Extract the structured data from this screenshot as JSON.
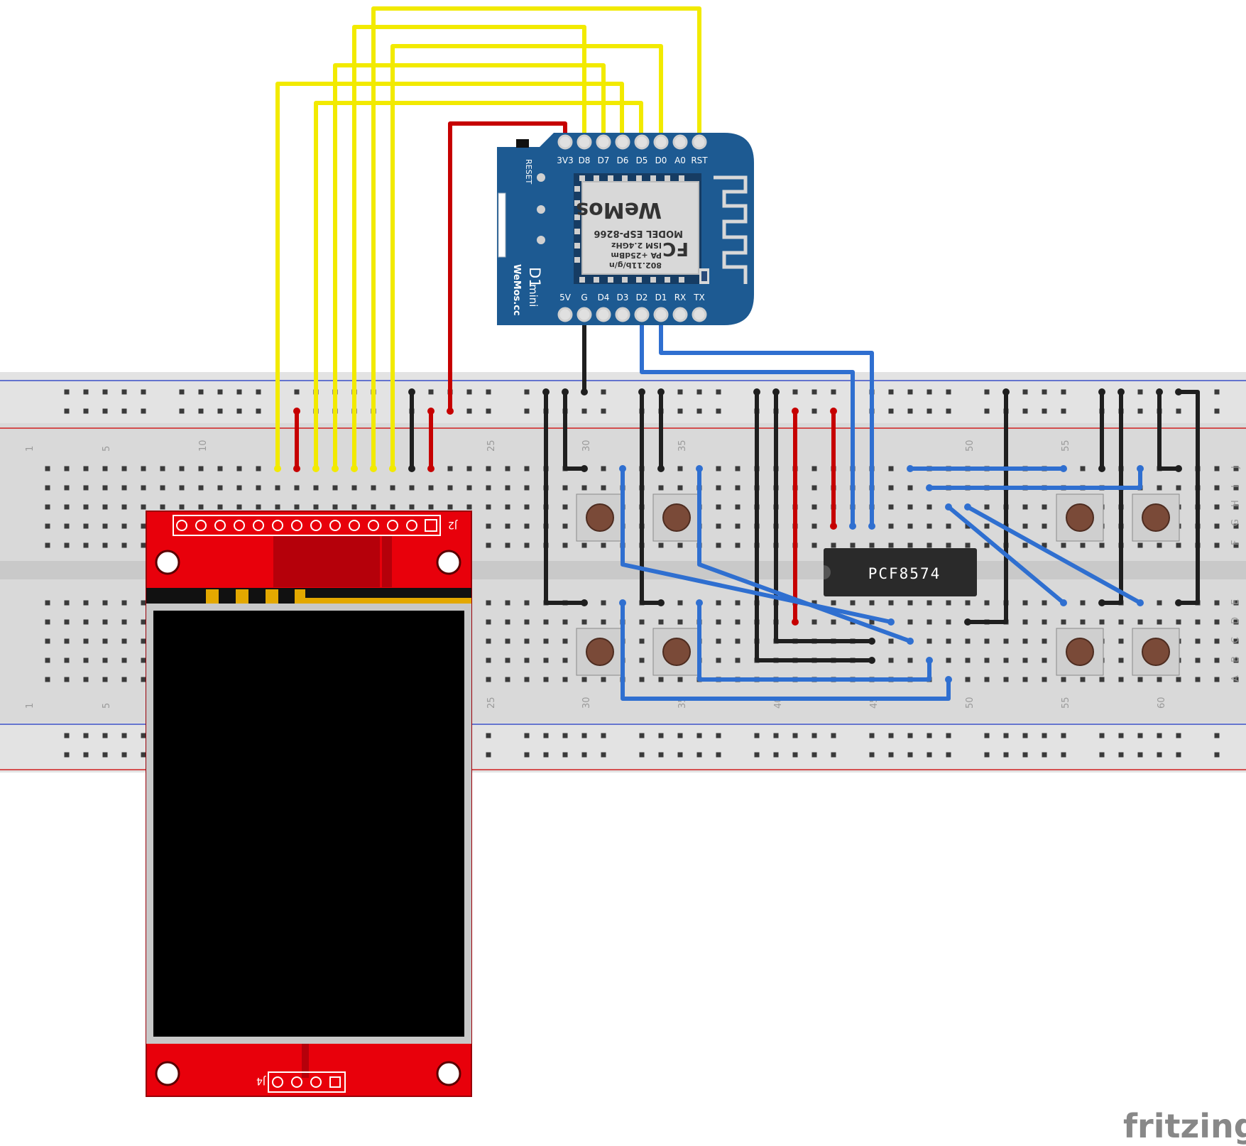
{
  "d1mini": {
    "top_pins": [
      "3V3",
      "D8",
      "D7",
      "D6",
      "D5",
      "D0",
      "A0",
      "RST"
    ],
    "bottom_pins": [
      "5V",
      "G",
      "D4",
      "D3",
      "D2",
      "D1",
      "RX",
      "TX"
    ],
    "reset_label": "RESET",
    "board_name": "D1",
    "board_name_small": "mini",
    "brand": "WeMos.cc",
    "module": {
      "model": "MODEL  ESP-8266",
      "band": "ISM 2.4GHz",
      "power": "PA +25dBm",
      "wifi": "802.11b/g/n",
      "fc": "FC",
      "logo": "WeMos"
    }
  },
  "breadboard": {
    "top_column_numbers": [
      "1",
      "5",
      "10",
      "25",
      "30",
      "35",
      "50",
      "55"
    ],
    "bottom_column_numbers": [
      "1",
      "5",
      "25",
      "30",
      "35",
      "40",
      "45",
      "50",
      "55",
      "60"
    ],
    "row_letters_top": [
      "J",
      "I",
      "H",
      "G",
      "F"
    ],
    "row_letters_bottom": [
      "E",
      "D",
      "C",
      "B",
      "A"
    ]
  },
  "chip": {
    "label": "PCF8574"
  },
  "display": {
    "header_top": "J2",
    "header_bottom": "J4"
  },
  "watermark": "fritzing",
  "colors": {
    "yellow_wire": "#f2ea00",
    "red_wire": "#c60000",
    "black_wire": "#1f1f1f",
    "blue_wire": "#2f6fd0",
    "d1_board": "#1d5a92",
    "tft_board": "#e8000b"
  }
}
